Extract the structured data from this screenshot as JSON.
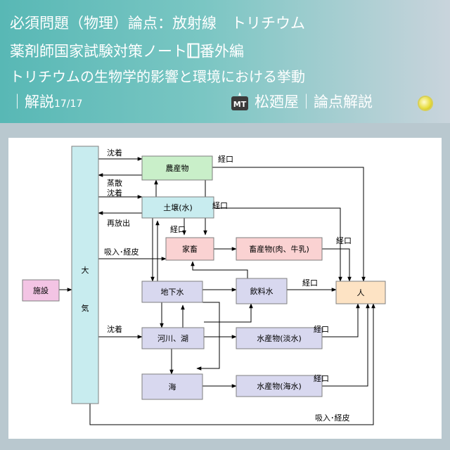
{
  "header": {
    "line1": "必須問題（物理）論点：放射線　トリチウム",
    "line2_prefix": "薬剤師国家試験対策ノート",
    "line2_suffix": "番外編",
    "line3": "トリチウムの生物学的影響と環境における挙動",
    "line4_prefix": "｜解説",
    "line4_counter": "17/17",
    "brand": "松廼屋｜論点解説",
    "logo_text": "MT",
    "icons": [
      "notebook-icon",
      "mt-logo-icon",
      "yellow-dot-icon"
    ]
  },
  "diagram": {
    "nodes": {
      "facility": "施設",
      "atmosphere_a": "大",
      "atmosphere_b": "気",
      "crops": "農産物",
      "soil": "土壌(水)",
      "livestock": "家畜",
      "livestock_products": "畜産物(肉、牛乳)",
      "groundwater": "地下水",
      "drinking_water": "飲料水",
      "human": "人",
      "river_lake": "河川、湖",
      "freshwater_products": "水産物(淡水)",
      "sea": "海",
      "seawater_products": "水産物(海水)"
    },
    "edge_labels": {
      "deposition_top": "沈着",
      "evaporation": "蒸散",
      "deposition_soil": "沈着",
      "re_release": "再放出",
      "oral_crops": "経口",
      "oral_soil": "経口",
      "oral_livestock": "経口",
      "inhale_skin_livestock": "吸入･経皮",
      "oral_products": "経口",
      "oral_drinking": "経口",
      "deposition_river": "沈着",
      "oral_freshwater": "経口",
      "oral_seawater": "経口",
      "inhale_skin_human": "吸入･経皮"
    },
    "colors": {
      "facility": "#f3c4e4",
      "atmosphere": "#c8ecef",
      "crops": "#c9efc9",
      "soil": "#c8ecef",
      "livestock": "#fad2d2",
      "human": "#fde3c4",
      "water": "#d8d8ef"
    }
  }
}
